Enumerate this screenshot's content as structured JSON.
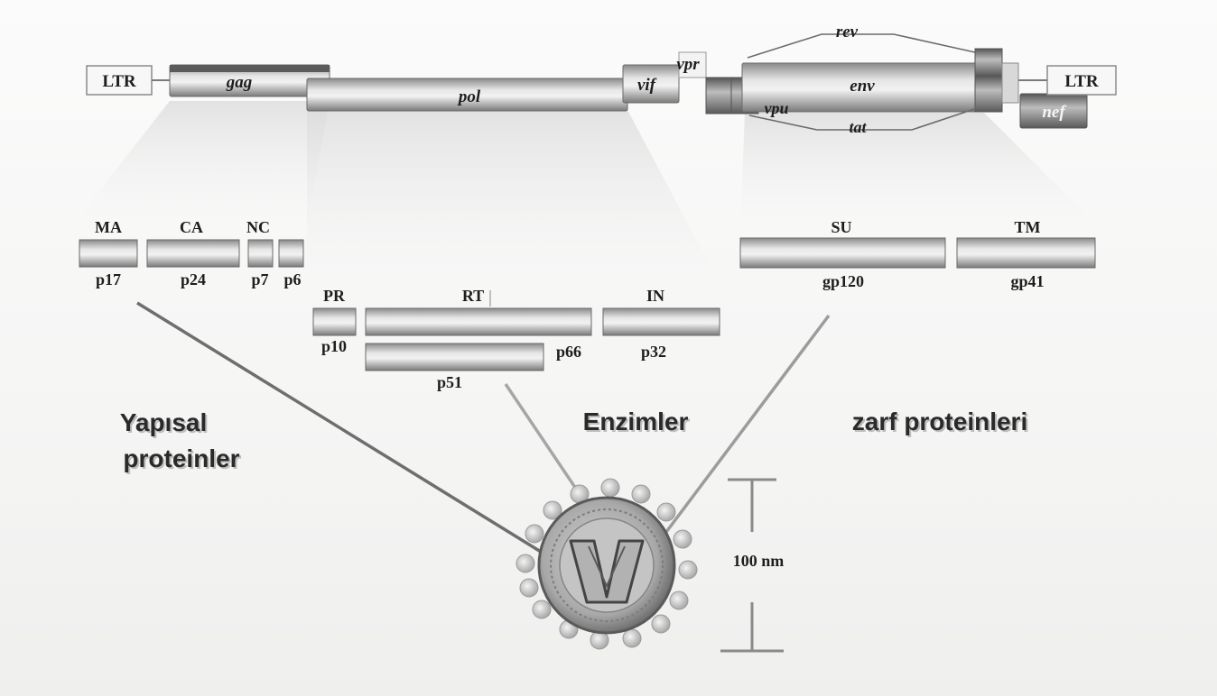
{
  "genome": {
    "ltr_left": "LTR",
    "ltr_right": "LTR",
    "genes": {
      "gag": "gag",
      "pol": "pol",
      "vif": "vif",
      "vpr": "vpr",
      "rev": "rev",
      "env": "env",
      "vpu": "vpu",
      "tat": "tat",
      "nef": "nef"
    }
  },
  "gag_proteins": {
    "ma": {
      "name": "MA",
      "size": "p17"
    },
    "ca": {
      "name": "CA",
      "size": "p24"
    },
    "nc": {
      "name": "NC",
      "size": "p7"
    },
    "p6": {
      "size": "p6"
    }
  },
  "pol_proteins": {
    "pr": {
      "name": "PR",
      "size": "p10"
    },
    "rt": {
      "name": "RT",
      "size": "p66",
      "subunit": "p51"
    },
    "in": {
      "name": "IN",
      "size": "p32"
    }
  },
  "env_proteins": {
    "su": {
      "name": "SU",
      "size": "gp120"
    },
    "tm": {
      "name": "TM",
      "size": "gp41"
    }
  },
  "categories": {
    "structural_line1": "Yapısal",
    "structural_line2": "proteinler",
    "enzymes": "Enzimler",
    "envelope": "zarf proteinleri"
  },
  "scale_bar": {
    "label": "100 nm"
  },
  "colors": {
    "bar_dark": "#7d7d7d",
    "bar_light": "#e4e4e4",
    "text": "#1e1e1e"
  }
}
